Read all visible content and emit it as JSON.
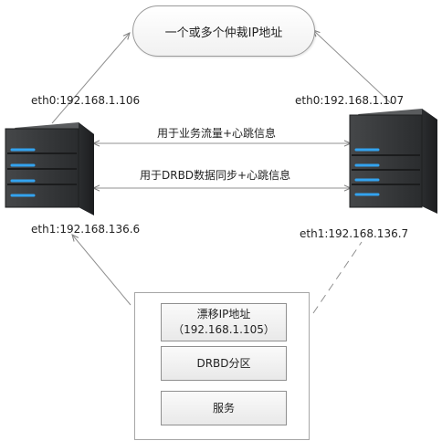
{
  "arbiter": {
    "label": "一个或多个仲裁IP地址"
  },
  "servers": [
    {
      "eth0": "eth0:192.168.1.106",
      "eth1": "eth1:192.168.136.6"
    },
    {
      "eth0": "eth0:192.168.1.107",
      "eth1": "eth1:192.168.136.7"
    }
  ],
  "links": {
    "business": "用于业务流量+心跳信息",
    "drbd": "用于DRBD数据同步+心跳信息"
  },
  "resources": {
    "vip_title": "漂移IP地址",
    "vip_address": "（192.168.1.105）",
    "drbd_partition": "DRBD分区",
    "service": "服务"
  },
  "colors": {
    "server_body": "#2f3133",
    "server_led": "#2f9fe8",
    "line": "#8a8a8a"
  }
}
